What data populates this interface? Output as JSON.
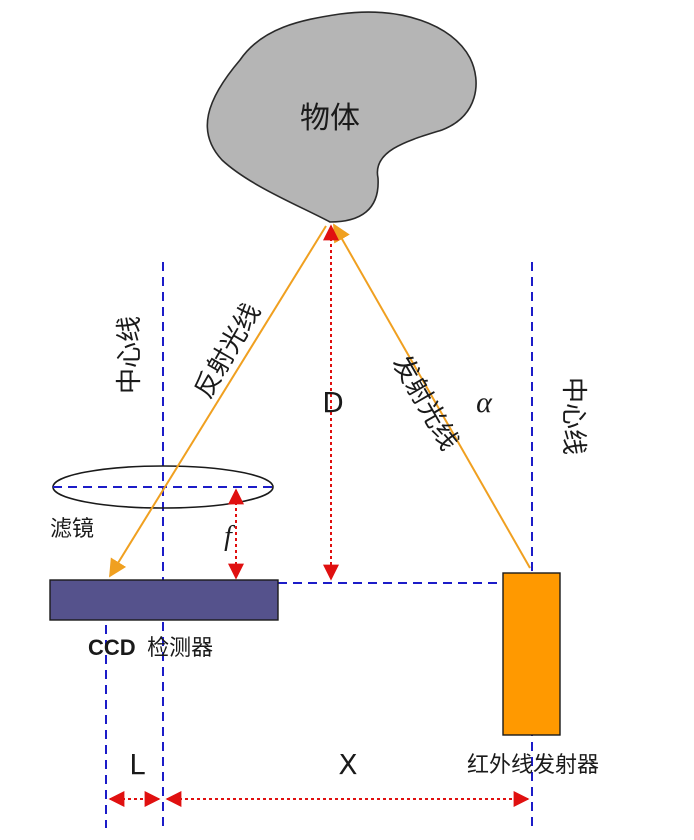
{
  "labels": {
    "object": "物体",
    "center_line_left": "中心线",
    "center_line_right": "中心线",
    "reflected_ray": "反射光线",
    "emitted_ray": "发射光线",
    "distance_d": "D",
    "angle_alpha": "α",
    "filter": "滤镜",
    "focal_f": "f",
    "ccd_prefix": "CCD",
    "ccd_suffix": "检测器",
    "emitter": "红外线发射器",
    "dim_l": "L",
    "dim_x": "X"
  },
  "colors": {
    "object_fill": "#b5b5b5",
    "ray": "#f0a020",
    "dashed_blue": "#1c1cc8",
    "dim_red": "#e01010",
    "ccd_fill": "#55528c",
    "emitter_fill": "#ff9900"
  }
}
